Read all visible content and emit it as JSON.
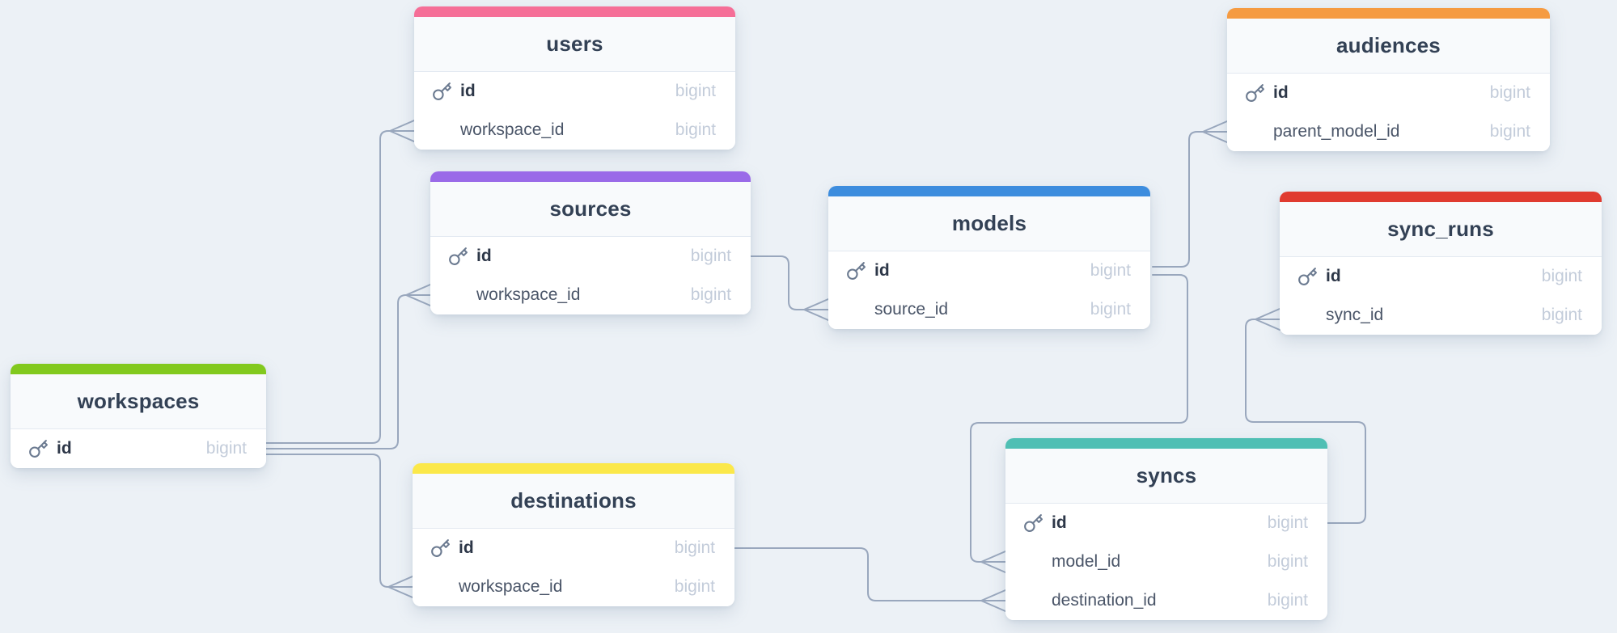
{
  "diagram": {
    "title": "entity relationship diagram",
    "background_color": "#ECF1F6",
    "line_color": "#99A7BD",
    "field_type_color": "#C3CCDA",
    "tables": [
      {
        "id": "users",
        "title": "users",
        "accent_color": "#F56E97",
        "fields": [
          {
            "name": "id",
            "type": "bigint",
            "primary_key": true
          },
          {
            "name": "workspace_id",
            "type": "bigint",
            "primary_key": false
          }
        ]
      },
      {
        "id": "audiences",
        "title": "audiences",
        "accent_color": "#F59B42",
        "fields": [
          {
            "name": "id",
            "type": "bigint",
            "primary_key": true
          },
          {
            "name": "parent_model_id",
            "type": "bigint",
            "primary_key": false
          }
        ]
      },
      {
        "id": "sources",
        "title": "sources",
        "accent_color": "#9A6AE8",
        "fields": [
          {
            "name": "id",
            "type": "bigint",
            "primary_key": true
          },
          {
            "name": "workspace_id",
            "type": "bigint",
            "primary_key": false
          }
        ]
      },
      {
        "id": "models",
        "title": "models",
        "accent_color": "#3D8DDE",
        "fields": [
          {
            "name": "id",
            "type": "bigint",
            "primary_key": true
          },
          {
            "name": "source_id",
            "type": "bigint",
            "primary_key": false
          }
        ]
      },
      {
        "id": "sync_runs",
        "title": "sync_runs",
        "accent_color": "#E03B30",
        "fields": [
          {
            "name": "id",
            "type": "bigint",
            "primary_key": true
          },
          {
            "name": "sync_id",
            "type": "bigint",
            "primary_key": false
          }
        ]
      },
      {
        "id": "workspaces",
        "title": "workspaces",
        "accent_color": "#82C91E",
        "fields": [
          {
            "name": "id",
            "type": "bigint",
            "primary_key": true
          }
        ]
      },
      {
        "id": "destinations",
        "title": "destinations",
        "accent_color": "#FBE84A",
        "fields": [
          {
            "name": "id",
            "type": "bigint",
            "primary_key": true
          },
          {
            "name": "workspace_id",
            "type": "bigint",
            "primary_key": false
          }
        ]
      },
      {
        "id": "syncs",
        "title": "syncs",
        "accent_color": "#4FBFB4",
        "fields": [
          {
            "name": "id",
            "type": "bigint",
            "primary_key": true
          },
          {
            "name": "model_id",
            "type": "bigint",
            "primary_key": false
          },
          {
            "name": "destination_id",
            "type": "bigint",
            "primary_key": false
          }
        ]
      }
    ],
    "relationships": [
      {
        "from": "workspaces.id",
        "to": "users.workspace_id",
        "cardinality": "one-to-many"
      },
      {
        "from": "workspaces.id",
        "to": "sources.workspace_id",
        "cardinality": "one-to-many"
      },
      {
        "from": "workspaces.id",
        "to": "destinations.workspace_id",
        "cardinality": "one-to-many"
      },
      {
        "from": "sources.id",
        "to": "models.source_id",
        "cardinality": "one-to-many"
      },
      {
        "from": "models.id",
        "to": "audiences.parent_model_id",
        "cardinality": "one-to-many"
      },
      {
        "from": "models.id",
        "to": "syncs.model_id",
        "cardinality": "one-to-many"
      },
      {
        "from": "destinations.id",
        "to": "syncs.destination_id",
        "cardinality": "one-to-many"
      },
      {
        "from": "syncs.id",
        "to": "sync_runs.sync_id",
        "cardinality": "one-to-many"
      }
    ]
  }
}
